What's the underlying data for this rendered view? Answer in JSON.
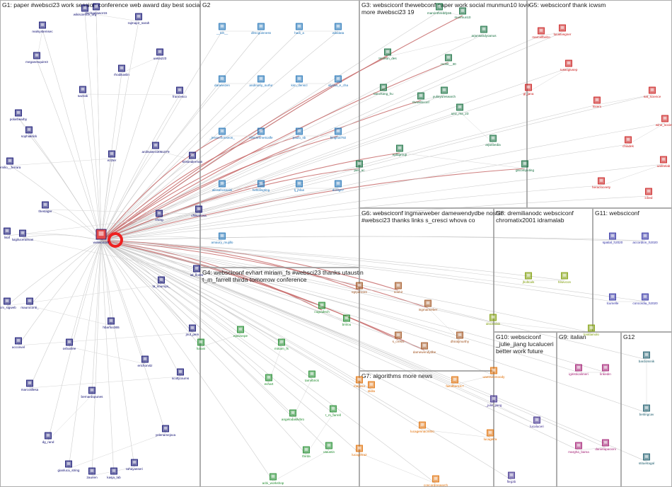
{
  "colors": {
    "G1": "#0a0a6e",
    "G2": "#1a6fb5",
    "G3": "#0f6b3a",
    "G4": "#1c8a2a",
    "G5": "#c81414",
    "G6": "#a0521e",
    "G7": "#e06c00",
    "G8": "#7a9a00",
    "G9": "#a01870",
    "G10": "#3a2a8a",
    "G11": "#2a2aa0",
    "G12": "#1a5a6a"
  },
  "panels": [
    {
      "id": "G1",
      "title": "G1: paper #websci23 work session conference web award day best social"
    },
    {
      "id": "G2",
      "title": "G2"
    },
    {
      "id": "G3",
      "title": "G3: websciconf thewebconf paper work social munmun10 love more #websci23 19"
    },
    {
      "id": "G5",
      "title": "G5: websciconf thank icwsm"
    },
    {
      "id": "G4",
      "title": "G4: websciconf evhart miriam_fs #websci23 thanks utaustin t_m_farrell thirda tomorrow conference"
    },
    {
      "id": "G6",
      "title": "G6: websciconf ingmarweber damewendydbe noshir #websci23 thanks links s_cresci whova co"
    },
    {
      "id": "G8",
      "title": "G8: dremilianodc websciconf chromatix2001 idramalab"
    },
    {
      "id": "G11",
      "title": "G11: websciconf"
    },
    {
      "id": "G7",
      "title": "G7: algorithms more news"
    },
    {
      "id": "G10",
      "title": "G10: websciconf _julie_jiang lucaluceri better work future"
    },
    {
      "id": "G9",
      "title": "G9: italian"
    },
    {
      "id": "G12",
      "title": "G12"
    }
  ],
  "nodes": [
    {
      "label": "websciconf",
      "group": "G1",
      "hub": true
    },
    {
      "label": "michaelawor15",
      "group": "G1"
    },
    {
      "label": "wikiscience_org",
      "group": "G1"
    },
    {
      "label": "rajmajor_sarah",
      "group": "G1"
    },
    {
      "label": "realsystemsec",
      "group": "G1"
    },
    {
      "label": "meganesquire3",
      "group": "G1"
    },
    {
      "label": "uasia223",
      "group": "G1"
    },
    {
      "label": "rhodikaslin",
      "group": "G1"
    },
    {
      "label": "sazzak",
      "group": "G1"
    },
    {
      "label": "francesco",
      "group": "G1"
    },
    {
      "label": "polarbearby",
      "group": "G1"
    },
    {
      "label": "sophiaklick",
      "group": "G1"
    },
    {
      "label": "anilmastr43051079",
      "group": "G1"
    },
    {
      "label": "kristinalerman",
      "group": "G1"
    },
    {
      "label": "ezzter",
      "group": "G1"
    },
    {
      "label": "emilio__ferrara",
      "group": "G1"
    },
    {
      "label": "thestager",
      "group": "G1"
    },
    {
      "label": "vfilisanova",
      "group": "G1"
    },
    {
      "label": "cherg",
      "group": "G1"
    },
    {
      "label": "lisaf",
      "group": "G1"
    },
    {
      "label": "luigiluceralmas",
      "group": "G1"
    },
    {
      "label": "ial_flores",
      "group": "G1"
    },
    {
      "label": "ta_soumya_",
      "group": "G1"
    },
    {
      "label": "acm_sigweb",
      "group": "G1"
    },
    {
      "label": "mauroconti_",
      "group": "G1"
    },
    {
      "label": "hbarfoo365",
      "group": "G1"
    },
    {
      "label": "jnul_pem",
      "group": "G1"
    },
    {
      "label": "acconvel",
      "group": "G1"
    },
    {
      "label": "oshanlee",
      "group": "G1"
    },
    {
      "label": "erichorvitz",
      "group": "G1"
    },
    {
      "label": "scottjcoums",
      "group": "G1"
    },
    {
      "label": "marcotillesa",
      "group": "G1"
    },
    {
      "label": "bernardopunes",
      "group": "G1"
    },
    {
      "label": "dg_rand",
      "group": "G1"
    },
    {
      "label": "yelenamejova",
      "group": "G1"
    },
    {
      "label": "gianluca_string",
      "group": "G1"
    },
    {
      "label": "tahayasseri",
      "group": "G1"
    },
    {
      "label": "2aurien",
      "group": "G1"
    },
    {
      "label": "kasja_lab",
      "group": "G1"
    },
    {
      "label": "__loh__",
      "group": "G2"
    },
    {
      "label": "dlmcguinness",
      "group": "G2"
    },
    {
      "label": "hadi_a",
      "group": "G2"
    },
    {
      "label": "wikidata",
      "group": "G2"
    },
    {
      "label": "danweizen",
      "group": "G2"
    },
    {
      "label": "andmony_surfur",
      "group": "G2"
    },
    {
      "label": "kim_denscl",
      "group": "G2"
    },
    {
      "label": "alyssa_e_cha",
      "group": "G2"
    },
    {
      "label": "_jessechonseon_",
      "group": "G2"
    },
    {
      "label": "robertmmetcalfe",
      "group": "G2"
    },
    {
      "label": "paulo_sb",
      "group": "G2"
    },
    {
      "label": "binghal792",
      "group": "G2"
    },
    {
      "label": "alissahossaini",
      "group": "G2"
    },
    {
      "label": "hellolingting",
      "group": "G2"
    },
    {
      "label": "lj_jhfan",
      "group": "G2"
    },
    {
      "label": "dcililg07",
      "group": "G2"
    },
    {
      "label": "amaury_mujillo",
      "group": "G2"
    },
    {
      "label": "marvinthreddy16",
      "group": "G3"
    },
    {
      "label": "munmun10",
      "group": "G3"
    },
    {
      "label": "arjunsandyoanus",
      "group": "G3"
    },
    {
      "label": "tmnhun_des",
      "group": "G3"
    },
    {
      "label": "mohit__30",
      "group": "G3"
    },
    {
      "label": "tianchang_hu",
      "group": "G3"
    },
    {
      "label": "thewebconf",
      "group": "G3"
    },
    {
      "label": "yulinyuresearch",
      "group": "G3"
    },
    {
      "label": "aziz_ma_23",
      "group": "G3"
    },
    {
      "label": "arjanbedia",
      "group": "G3"
    },
    {
      "label": "epfitgroup",
      "group": "G3"
    },
    {
      "label": "gscomputing",
      "group": "G3"
    },
    {
      "label": "pier_ac",
      "group": "G3"
    },
    {
      "label": "lucasvegner",
      "group": "G5"
    },
    {
      "label": "marcelfbelro",
      "group": "G5"
    },
    {
      "label": "russoglusep",
      "group": "G5"
    },
    {
      "label": "gl_jana",
      "group": "G5"
    },
    {
      "label": "lovem",
      "group": "G5"
    },
    {
      "label": "nat_science",
      "group": "G5"
    },
    {
      "label": "wine_society",
      "group": "G5"
    },
    {
      "label": "chiadek",
      "group": "G5"
    },
    {
      "label": "uaintelab",
      "group": "G5"
    },
    {
      "label": "heracloceety",
      "group": "G5"
    },
    {
      "label": "icbed",
      "group": "G5"
    },
    {
      "label": "ogrydroore",
      "group": "G6"
    },
    {
      "label": "noshir",
      "group": "G6"
    },
    {
      "label": "ingmarweber",
      "group": "G6"
    },
    {
      "label": "dhiraljmurthy",
      "group": "G6"
    },
    {
      "label": "s_cresci",
      "group": "G6"
    },
    {
      "label": "damewendydbe",
      "group": "G6"
    },
    {
      "label": "jholtcals",
      "group": "G8"
    },
    {
      "label": "hlsevcon",
      "group": "G8"
    },
    {
      "label": "idramalab",
      "group": "G8"
    },
    {
      "label": "lonitlamolo",
      "group": "G8"
    },
    {
      "label": "spatial_h2020",
      "group": "G11"
    },
    {
      "label": "accordion_h2020",
      "group": "G11"
    },
    {
      "label": "lcumelle",
      "group": "G11"
    },
    {
      "label": "concordia_h2020",
      "group": "G11"
    },
    {
      "label": "cugradech",
      "group": "G4"
    },
    {
      "label": "bmlou",
      "group": "G4"
    },
    {
      "label": "epavonpe",
      "group": "G4"
    },
    {
      "label": "hatani",
      "group": "G4"
    },
    {
      "label": "miriam_fs",
      "group": "G4"
    },
    {
      "label": "evhart",
      "group": "G4"
    },
    {
      "label": "tamirbrick",
      "group": "G4"
    },
    {
      "label": "angelodasilvbro",
      "group": "G4"
    },
    {
      "label": "t_m_farrell",
      "group": "G4"
    },
    {
      "label": "thirda",
      "group": "G4"
    },
    {
      "label": "utaustin",
      "group": "G4"
    },
    {
      "label": "acbi_workshop",
      "group": "G4"
    },
    {
      "label": "uaessexmoody",
      "group": "G7"
    },
    {
      "label": "fasolberto17",
      "group": "G7"
    },
    {
      "label": "mayeso",
      "group": "G7"
    },
    {
      "label": "skilla",
      "group": "G7"
    },
    {
      "label": "lucagennacmitro",
      "group": "G7"
    },
    {
      "label": "lucagelra",
      "group": "G7"
    },
    {
      "label": "lucagelra2",
      "group": "G7"
    },
    {
      "label": "concordresearch",
      "group": "G7"
    },
    {
      "label": "_julie_jiang",
      "group": "G10"
    },
    {
      "label": "lucaluceri",
      "group": "G10"
    },
    {
      "label": "fleg3b",
      "group": "G10"
    },
    {
      "label": "igiristicalimeri",
      "group": "G9"
    },
    {
      "label": "linkedin",
      "group": "G9"
    },
    {
      "label": "margha_bama",
      "group": "G9"
    },
    {
      "label": "danielapacioni",
      "group": "G9"
    },
    {
      "label": "bardominik",
      "group": "G12"
    },
    {
      "label": "beitingcav",
      "group": "G12"
    },
    {
      "label": "stituelragal",
      "group": "G12"
    }
  ]
}
